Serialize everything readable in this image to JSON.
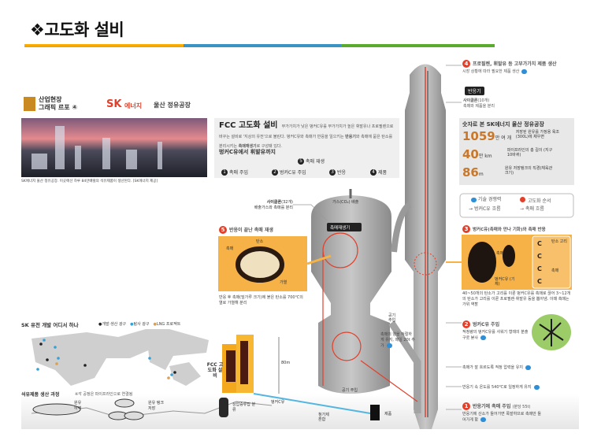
{
  "slide": {
    "title": "❖고도화 설비",
    "bar_colors": [
      "#f7a600",
      "#3a93c3",
      "#5aaa2e"
    ]
  },
  "header": {
    "series_line1": "산업현장",
    "series_line2": "그래픽 르포 ④",
    "brand_sk": "SK",
    "brand_energy": "에너지",
    "site": "울산 정유공장",
    "photo_caption": "SK에너지 울산 정유공장. 이곳에선 하루 84만배럴의 석유제품이 생산된다. [SK에너지 제공]"
  },
  "fcc": {
    "title": "FCC 고도화 설비",
    "desc_bold1": "부가가치가 낮은 벙커C유를 부가가치가 높은 휘발유나 프로필렌으로 바꾸는 설비로 '지상의 유전'으로 불린다. 벙커C유와 촉매가 반응을 일으키는 ",
    "desc_b1": "반응기",
    "desc_mid": "와 촉매에 묻은 탄소를 분리시키는 ",
    "desc_b2": "촉매재생기",
    "desc_end": "로 구성돼 있다.",
    "flow_title": "벙커C유에서 휘발유까지",
    "steps": [
      {
        "n": "1",
        "label": "촉매 주입"
      },
      {
        "n": "2",
        "label": "벙커C유 주입"
      },
      {
        "n": "3",
        "label": "반응"
      },
      {
        "n": "4",
        "label": "제품"
      },
      {
        "n": "5",
        "label": "촉매 재생"
      }
    ]
  },
  "stats": {
    "title": "숫자로 본 SK에너지 울산 정유공장",
    "rows": [
      {
        "value": "1059",
        "unit": "만 여 개",
        "desc": "저장된 원유를 가정용 욕조 (300L)에 채우면"
      },
      {
        "value": "40",
        "unit": "만 km",
        "desc": "파이프라인의 총 길이 (지구 10바퀴)"
      },
      {
        "value": "86",
        "unit": "m",
        "desc": "원유 저장탱크의 직경(체육관 크기)"
      }
    ]
  },
  "legend": {
    "tech": "기술 경쟁력",
    "order": "고도화 순서",
    "bunker_flow": "벙커C유 흐름",
    "catalyst_flow": "촉매 흐름"
  },
  "callouts": {
    "step4_title": "프로필렌, 휘발유 등 고부가가치 제품 생산",
    "step4_desc": "시장 상황에 따라 필요한 제품 생산",
    "reactor_tag": "반응기",
    "cyclone10_title": "사이클론",
    "cyclone10_count": "(10개)",
    "cyclone10_desc": "촉매와 제품을 분리",
    "step3_title": "벙커C유(촉매와 만나 기화)와 촉매 반응",
    "step3_carbon_ring": "탄소 고리",
    "step3_catalyst": "촉매",
    "step3_bunker": "벙커C유 (기체)",
    "step3_c": "C",
    "step3_desc": "40~50개의 탄소가 고리를 이룬 벙커C유를 촉매로 끊어 3~12개의 탄소가 고리를 이룬 프로필렌·휘발유 등을 뽑아냄. 이때 촉매는 가위 역할",
    "step2_title": "벙커C유 주입",
    "step2_desc": "적정량의 벙커C유를 샤워기 형태의 분출구로 분사",
    "pressure": "촉매가 잘 흐르도록 적정 압력을 유지",
    "temperature": "반응기 속 온도를 540℃로 일정하게 유지",
    "step1_title": "반응기에 촉매 주입",
    "step1_rate": "(분당 55t)",
    "step1_desc": "반응기에 산소가 들어가면 폭발하므로 촉매만 들어가게 함",
    "cyclone32_title": "사이클론",
    "cyclone32_count": "(32개)",
    "cyclone32_desc": "배출가스와 촉매를 분리",
    "step5_title": "반응이 끝난 촉매 재생",
    "step5_carbon": "탄소",
    "step5_catalyst": "촉매",
    "step5_heat": "가열",
    "step5_desc": "반응 후 촉매(밀가루 크기)에 붙은 탄소를 700℃의 열로 가열해 분리",
    "gas_out": "가스(CO₂) 배출",
    "regenerator": "촉매재생기",
    "air_in_1": "공기 주입",
    "air_in_2": "공기 주입",
    "catalyst_amount": "촉매의 양을 적절하게 유지, 매일 20t 추가"
  },
  "bottom": {
    "map_title": "SK 유전 개발 어디서 하나",
    "map_legend": [
      "개발·생산 광구",
      "탐사 광구",
      "LNG 프로젝트"
    ],
    "process_title": "석유제품 생산 과정",
    "process_note": "※각 공정은 파이프라인으로 연결됨",
    "crude_unload": "원유 하역",
    "crude_tank": "원유 탱크 저장",
    "distill": "상압증류탑 분류",
    "fcc_label": "FCC 고도화 설비",
    "height": "80m",
    "bunker": "벙커C유",
    "additive": "첨가제 혼합",
    "product": "제품"
  }
}
